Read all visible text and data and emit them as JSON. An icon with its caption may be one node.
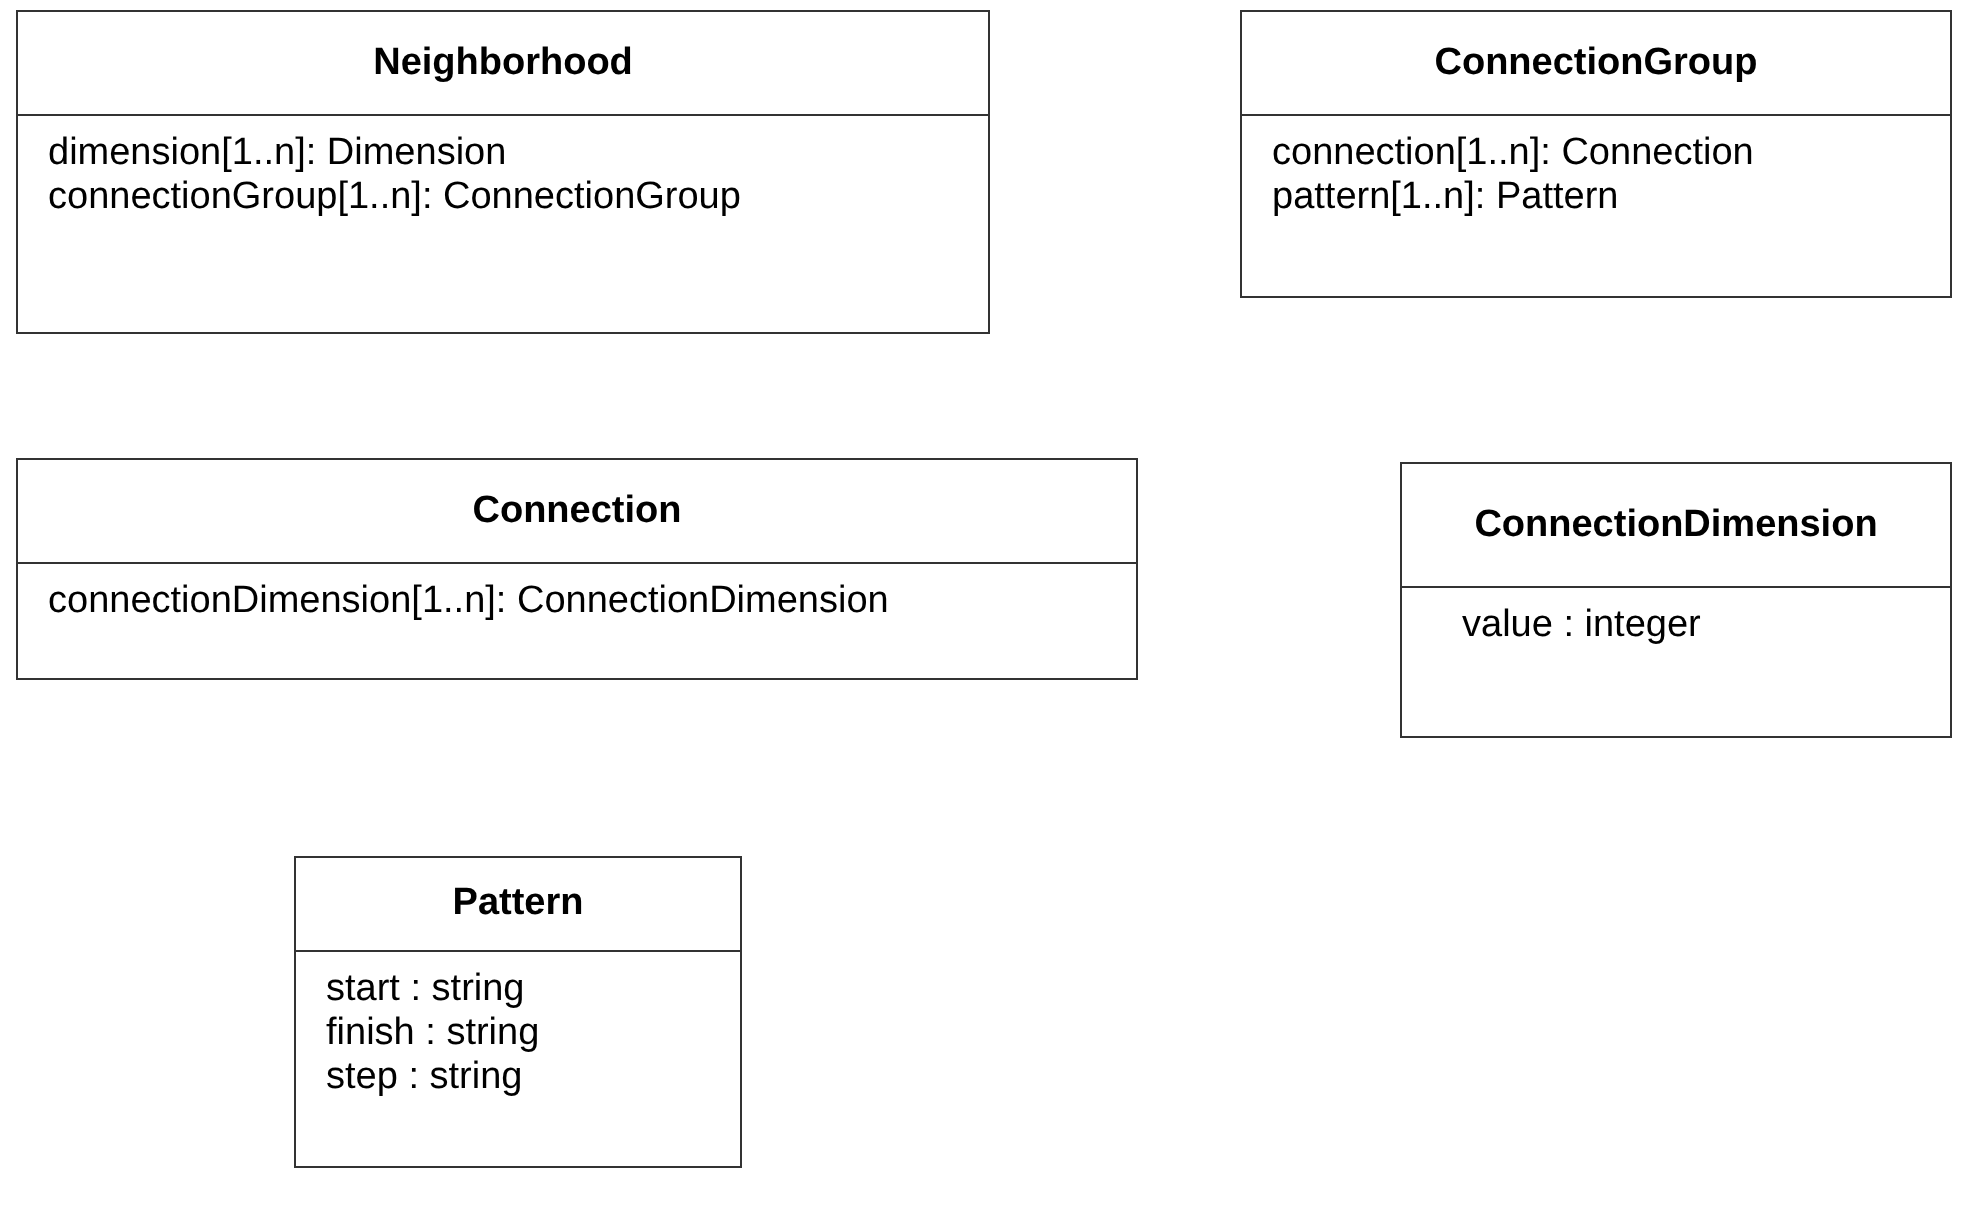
{
  "diagram": {
    "nodes": [
      {
        "text": [
          "Neighborhood",
          "dimension[1..n]: Dimension",
          "connectionGroup[1..n]: ConnectionGroup"
        ]
      },
      {
        "text": [
          "ConnectionGroup",
          "connection[1..n]: Connection",
          "pattern[1..n]: Pattern"
        ]
      },
      {
        "text": [
          "Connection",
          "connectionDimension[1..n]: ConnectionDimension"
        ]
      },
      {
        "text": [
          "ConnectionDimension",
          "value : integer"
        ]
      },
      {
        "text": [
          "Pattern",
          "start : string",
          "finish : string",
          "step : string"
        ]
      }
    ]
  }
}
